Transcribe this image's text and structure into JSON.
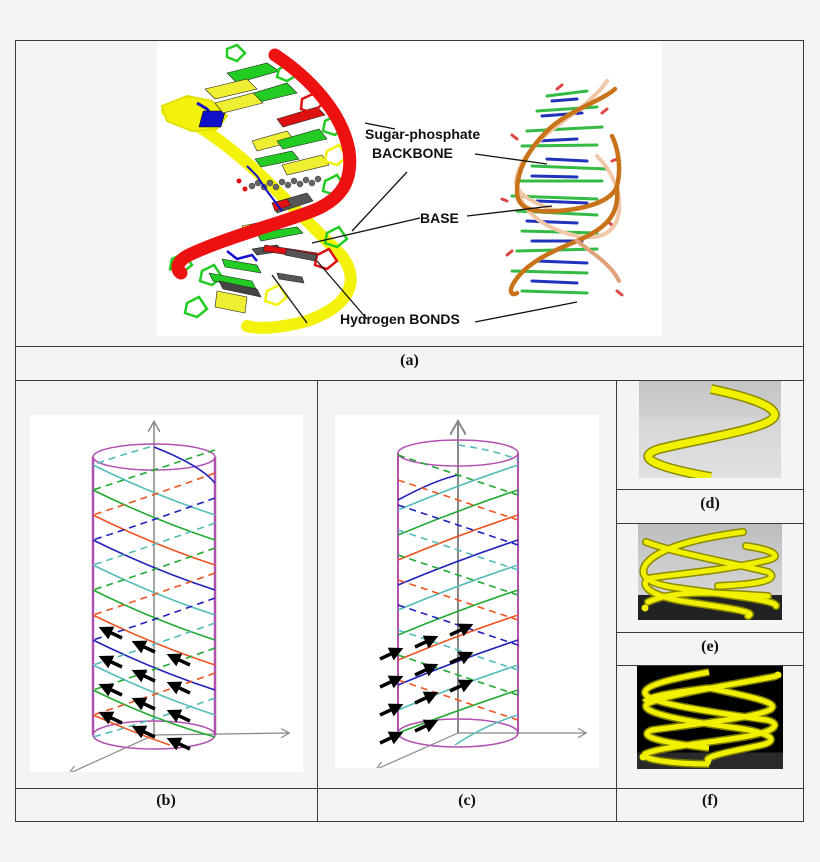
{
  "figure": {
    "panel_a": {
      "caption": "(a)",
      "labels": {
        "sugar_phosphate": "Sugar-phosphate",
        "backbone": "BACKBONE",
        "base": "BASE",
        "hydrogen_bonds": "Hydrogen BONDS"
      },
      "colors": {
        "strand_1": "#ee1111",
        "strand_2": "#f2f20a",
        "base_green": "#22cc22",
        "base_yellow": "#eeee33",
        "base_blue": "#1111cc",
        "base_red": "#dd1111",
        "ribbon": "#c8731a"
      }
    },
    "panel_b": {
      "caption": "(b)",
      "arrow_direction": "up-left",
      "helix_colors": [
        "#2222bb",
        "#ee5522",
        "#22aa33",
        "#55bbbb"
      ],
      "cylinder_color": "#b050b0",
      "axis_color": "#888888"
    },
    "panel_c": {
      "caption": "(c)",
      "arrow_direction": "up-right",
      "helix_colors": [
        "#2222bb",
        "#ee5522",
        "#22aa33",
        "#55bbbb"
      ],
      "cylinder_color": "#b050b0",
      "axis_color": "#888888"
    },
    "panel_d": {
      "caption": "(d)",
      "description": "single yellow helix tube"
    },
    "panel_e": {
      "caption": "(e)",
      "description": "yellow multi-turn helix tubes"
    },
    "panel_f": {
      "caption": "(f)",
      "description": "yellow double helix tubes on black"
    }
  }
}
